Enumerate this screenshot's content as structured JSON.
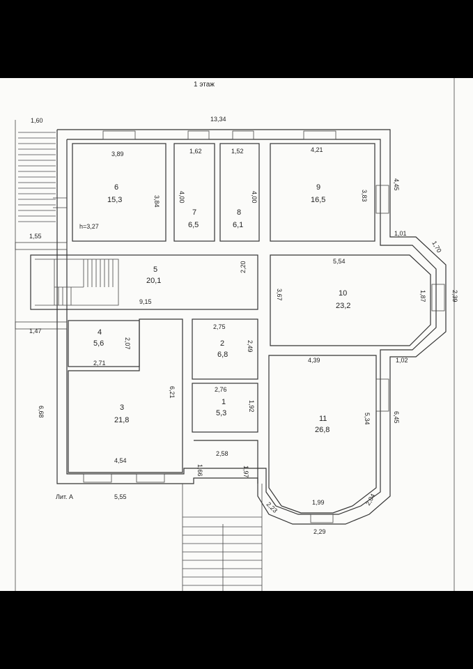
{
  "floor_title": "1 этаж",
  "litera": "Лит. А",
  "height_note": "h=3,27",
  "rooms": [
    {
      "id": "room-6",
      "number": "6",
      "area": "15,3"
    },
    {
      "id": "room-7",
      "number": "7",
      "area": "6,5"
    },
    {
      "id": "room-8",
      "number": "8",
      "area": "6,1"
    },
    {
      "id": "room-9",
      "number": "9",
      "area": "16,5"
    },
    {
      "id": "room-5",
      "number": "5",
      "area": "20,1"
    },
    {
      "id": "room-10",
      "number": "10",
      "area": "23,2"
    },
    {
      "id": "room-4",
      "number": "4",
      "area": "5,6"
    },
    {
      "id": "room-2",
      "number": "2",
      "area": "6,8"
    },
    {
      "id": "room-1",
      "number": "1",
      "area": "5,3"
    },
    {
      "id": "room-3",
      "number": "3",
      "area": "21,8"
    },
    {
      "id": "room-11",
      "number": "11",
      "area": "26,8"
    }
  ],
  "dimensions": [
    "13,34",
    "1,60",
    "3,89",
    "3,84",
    "1,62",
    "4,00",
    "1,52",
    "4,00",
    "4,21",
    "3,83",
    "4,45",
    "1,55",
    "1,01",
    "1,70",
    "5,54",
    "2,39",
    "9,15",
    "2,20",
    "3,67",
    "1,87",
    "1,47",
    "2,07",
    "2,75",
    "2,49",
    "4,39",
    "1,02",
    "2,71",
    "6,21",
    "2,76",
    "1,92",
    "6,68",
    "5,34",
    "6,45",
    "2,58",
    "4,54",
    "1,66",
    "1,97",
    "5,55",
    "1,99",
    "2,23",
    "2,04",
    "2,29"
  ]
}
